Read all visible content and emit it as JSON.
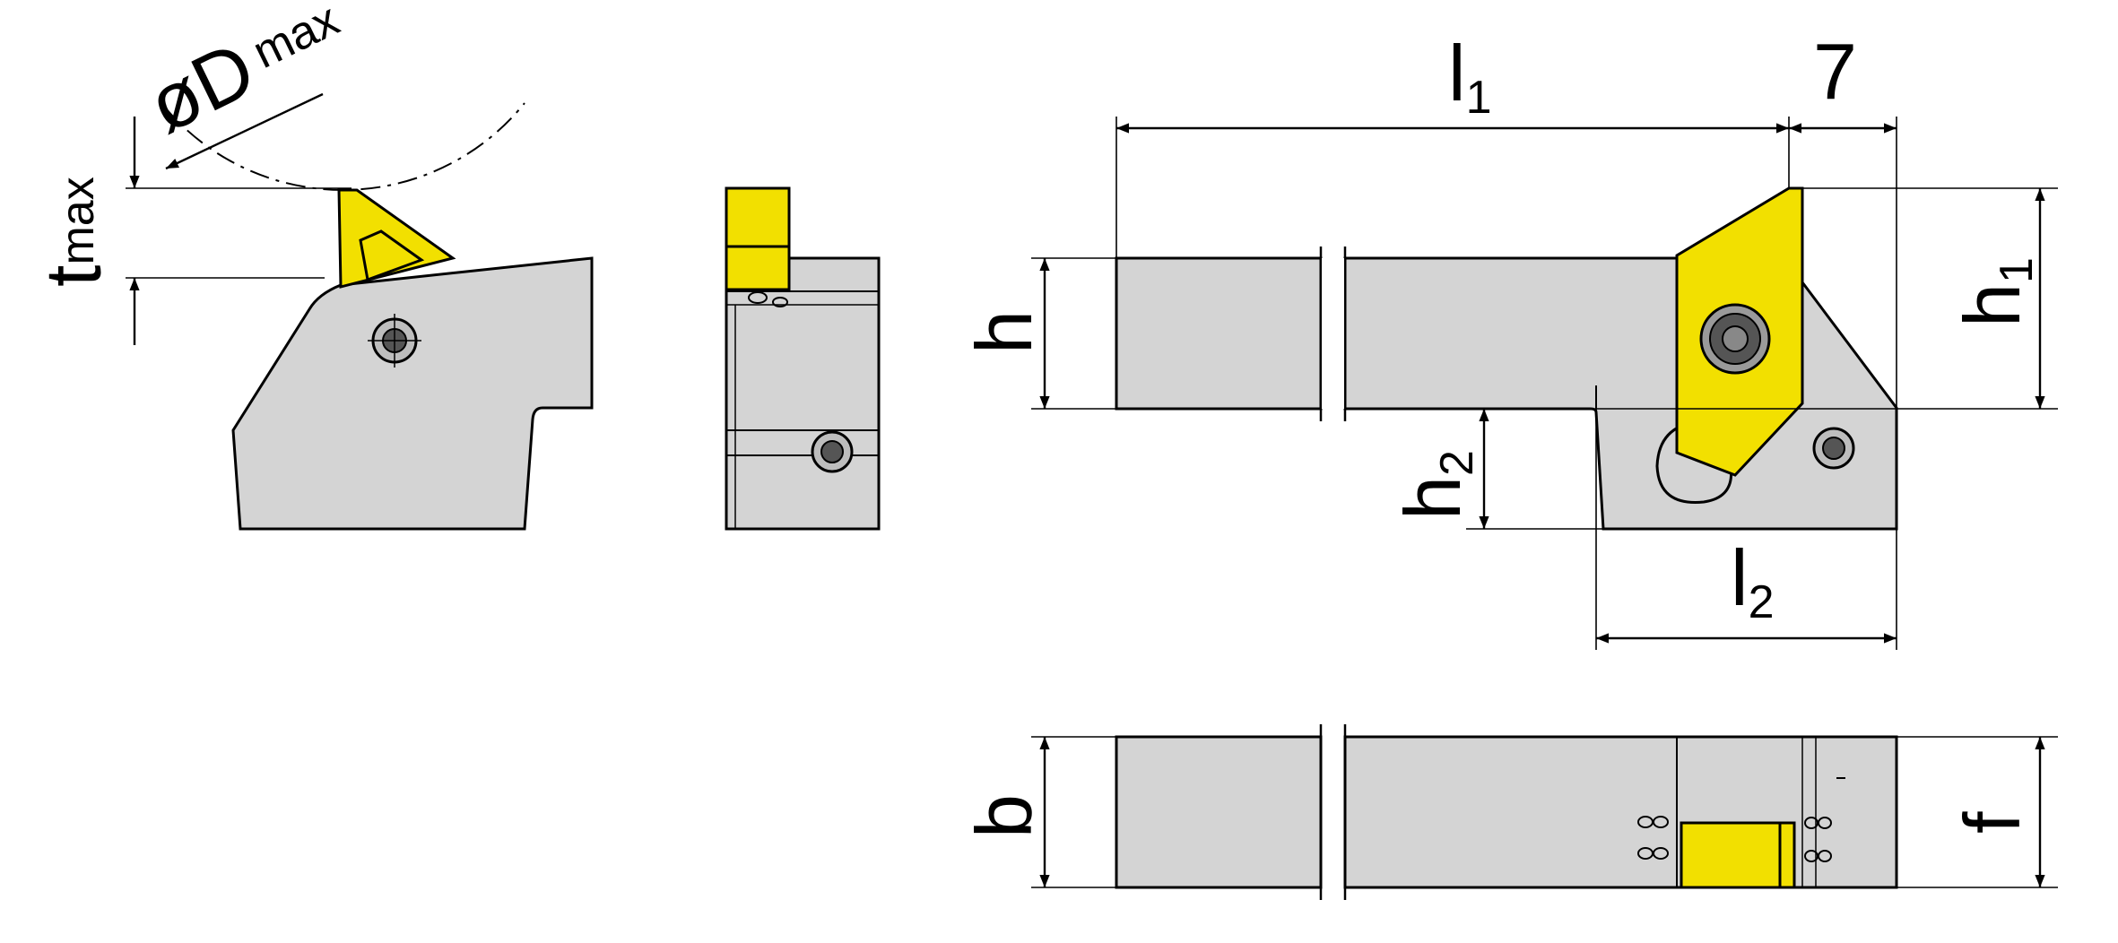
{
  "labels": {
    "l1": {
      "main": "l",
      "sub": "1"
    },
    "seven": "7",
    "h": "h",
    "h1": {
      "main": "h",
      "sub": "1"
    },
    "h2": {
      "main": "h",
      "sub": "2"
    },
    "l2": {
      "main": "l",
      "sub": "2"
    },
    "b": "b",
    "f": "f",
    "dmax": {
      "main": "øD",
      "sub": "max"
    },
    "tmax": {
      "main": "t",
      "sub": "max"
    }
  },
  "colors": {
    "body": "#d4d4d4",
    "insert": "#f2e000",
    "line": "#000000"
  }
}
